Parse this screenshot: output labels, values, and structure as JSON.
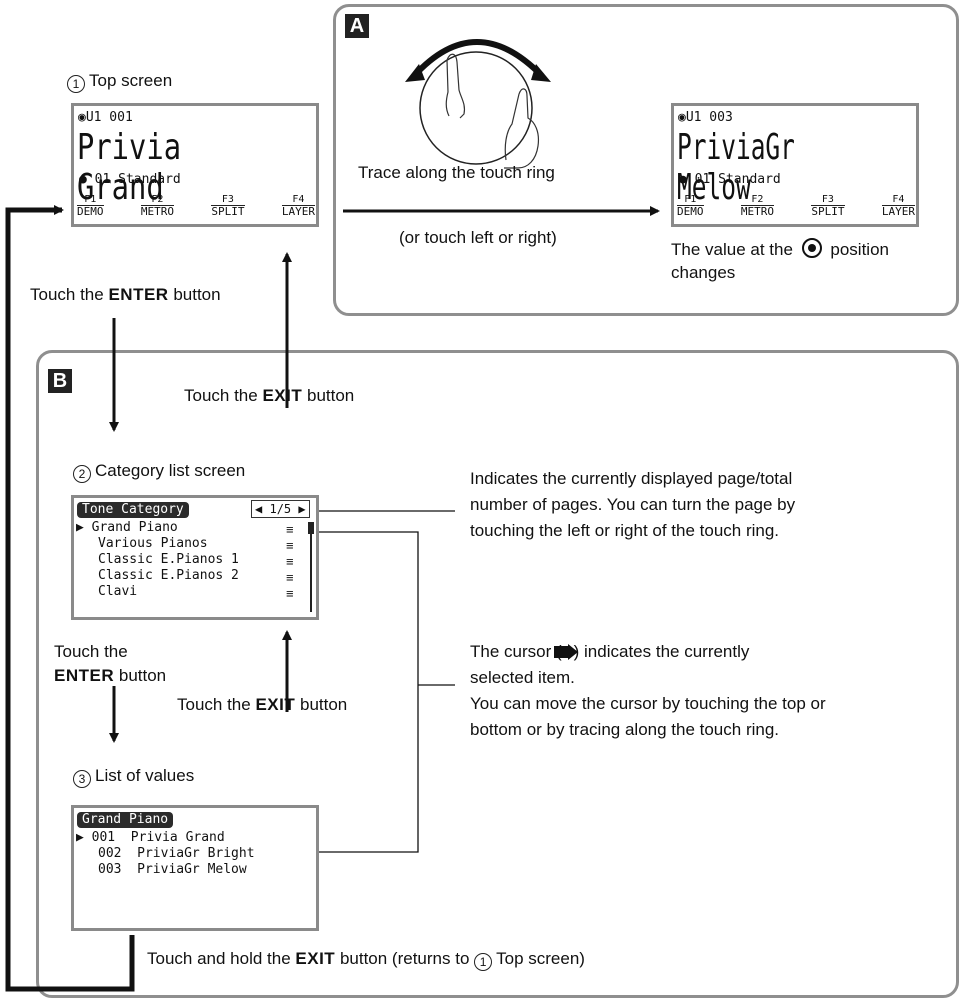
{
  "panel_a": {
    "badge": "A",
    "trace_text": "Trace along the touch ring",
    "or_text": "(or touch left or right)",
    "value_text_1": "The value at the",
    "value_text_2": "position",
    "value_text_3": "changes"
  },
  "panel_b": {
    "badge": "B"
  },
  "step1": {
    "num": "1",
    "label": "Top screen"
  },
  "step2": {
    "num": "2",
    "label": "Category list screen"
  },
  "step3": {
    "num": "3",
    "label": "List of values"
  },
  "top_screen_1": {
    "header": "U1 001",
    "tone": "Privia Grand",
    "variation": "01 Standard"
  },
  "top_screen_2": {
    "header": "U1 003",
    "tone": "PriviaGr Melow",
    "variation": "01 Standard"
  },
  "fkeys": [
    {
      "key": "F1",
      "label": "DEMO"
    },
    {
      "key": "F2",
      "label": "METRO"
    },
    {
      "key": "F3",
      "label": "SPLIT"
    },
    {
      "key": "F4",
      "label": "LAYER"
    }
  ],
  "category_screen": {
    "title": "Tone Category",
    "page": "1/5",
    "items": [
      "Grand Piano",
      "Various Pianos",
      "Classic E.Pianos 1",
      "Classic E.Pianos 2",
      "Clavi"
    ]
  },
  "values_screen": {
    "title": "Grand Piano",
    "items": [
      "001  Privia Grand",
      "002  PriviaGr Bright",
      "003  PriviaGr Melow"
    ]
  },
  "actions": {
    "touch_the": "Touch the",
    "enter": "ENTER",
    "exit": "EXIT",
    "button": "button",
    "hold_prefix": "Touch and hold the",
    "hold_suffix": "button (returns to",
    "hold_end": "Top screen)"
  },
  "notes": {
    "page_note": [
      "Indicates the currently displayed page/total",
      "number of pages. You can turn the page by",
      "touching the left or right of the touch ring."
    ],
    "cursor_note_1a": "The cursor (",
    "cursor_note_1b": ") indicates the currently",
    "cursor_note_rest": [
      "selected item.",
      "You can move the cursor by touching the top or",
      "bottom or by tracing along the touch ring."
    ]
  }
}
